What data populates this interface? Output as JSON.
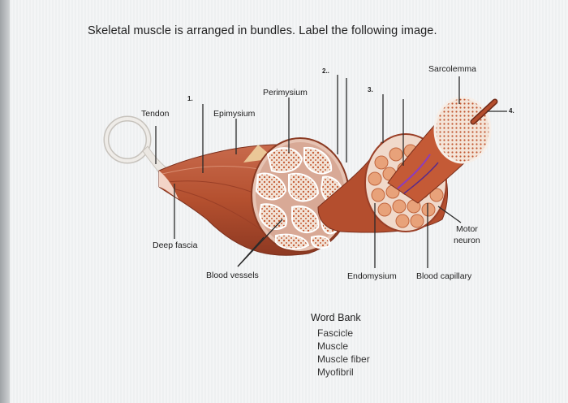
{
  "question": "Skeletal muscle is arranged in bundles. Label the following image.",
  "labels": {
    "tendon": "Tendon",
    "epimysium": "Epimysium",
    "perimysium": "Perimysium",
    "sarcolemma": "Sarcolemma",
    "deep_fascia": "Deep fascia",
    "blood_vessels": "Blood vessels",
    "endomysium": "Endomysium",
    "blood_capillary": "Blood capillary",
    "motor": "Motor",
    "neuron": "neuron"
  },
  "blanks": {
    "one": "1.",
    "two": "2..",
    "three": "3.",
    "four": "4."
  },
  "word_bank": {
    "title": "Word Bank",
    "items": [
      "Fascicle",
      "Muscle",
      "Muscle fiber",
      "Myofibril"
    ]
  },
  "colors": {
    "muscle": "#b8543a",
    "muscle_dark": "#8f3a26",
    "sheath": "#e8c7b8",
    "fiber_fill": "#f0dccf",
    "dot": "#c0623c",
    "tendon": "#e8e5e0"
  }
}
